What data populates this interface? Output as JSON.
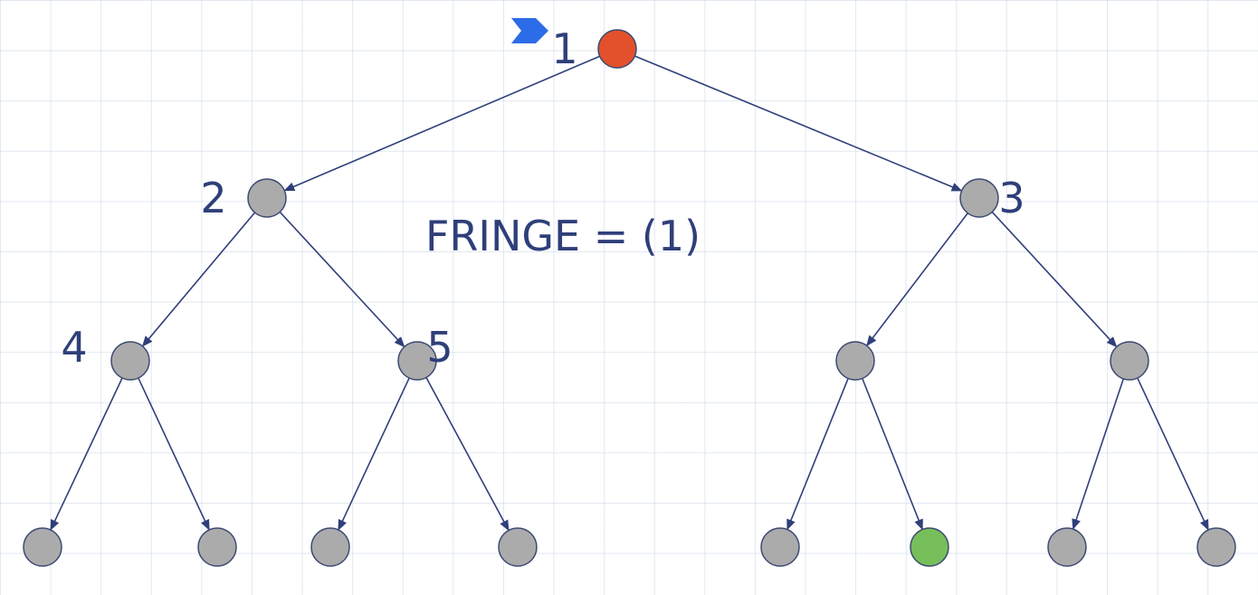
{
  "fringe_text": "FRINGE = (1)",
  "colors": {
    "edge": "#2f3f7a",
    "node_default": "#ababab",
    "node_current": "#e2512b",
    "node_goal": "#76bf5a",
    "node_stroke": "#3d4a73",
    "pointer": "#2d6ce8"
  },
  "pointer_icon": "chevron-marker-icon",
  "nodes": [
    {
      "id": "n1",
      "label": "1",
      "state": "current"
    },
    {
      "id": "n2",
      "label": "2",
      "state": "default"
    },
    {
      "id": "n3",
      "label": "3",
      "state": "default"
    },
    {
      "id": "n4",
      "label": "4",
      "state": "default"
    },
    {
      "id": "n5",
      "label": "5",
      "state": "default"
    },
    {
      "id": "n6",
      "label": "",
      "state": "default"
    },
    {
      "id": "n7",
      "label": "",
      "state": "default"
    },
    {
      "id": "n8",
      "label": "",
      "state": "default"
    },
    {
      "id": "n9",
      "label": "",
      "state": "default"
    },
    {
      "id": "n10",
      "label": "",
      "state": "default"
    },
    {
      "id": "n11",
      "label": "",
      "state": "default"
    },
    {
      "id": "n12",
      "label": "",
      "state": "default"
    },
    {
      "id": "n13",
      "label": "",
      "state": "goal"
    },
    {
      "id": "n14",
      "label": "",
      "state": "default"
    },
    {
      "id": "n15",
      "label": "",
      "state": "default"
    }
  ],
  "edges": [
    [
      "n1",
      "n2"
    ],
    [
      "n1",
      "n3"
    ],
    [
      "n2",
      "n4"
    ],
    [
      "n2",
      "n5"
    ],
    [
      "n3",
      "n6"
    ],
    [
      "n3",
      "n7"
    ],
    [
      "n4",
      "n8"
    ],
    [
      "n4",
      "n9"
    ],
    [
      "n5",
      "n10"
    ],
    [
      "n5",
      "n11"
    ],
    [
      "n6",
      "n12"
    ],
    [
      "n6",
      "n13"
    ],
    [
      "n7",
      "n14"
    ],
    [
      "n7",
      "n15"
    ]
  ]
}
